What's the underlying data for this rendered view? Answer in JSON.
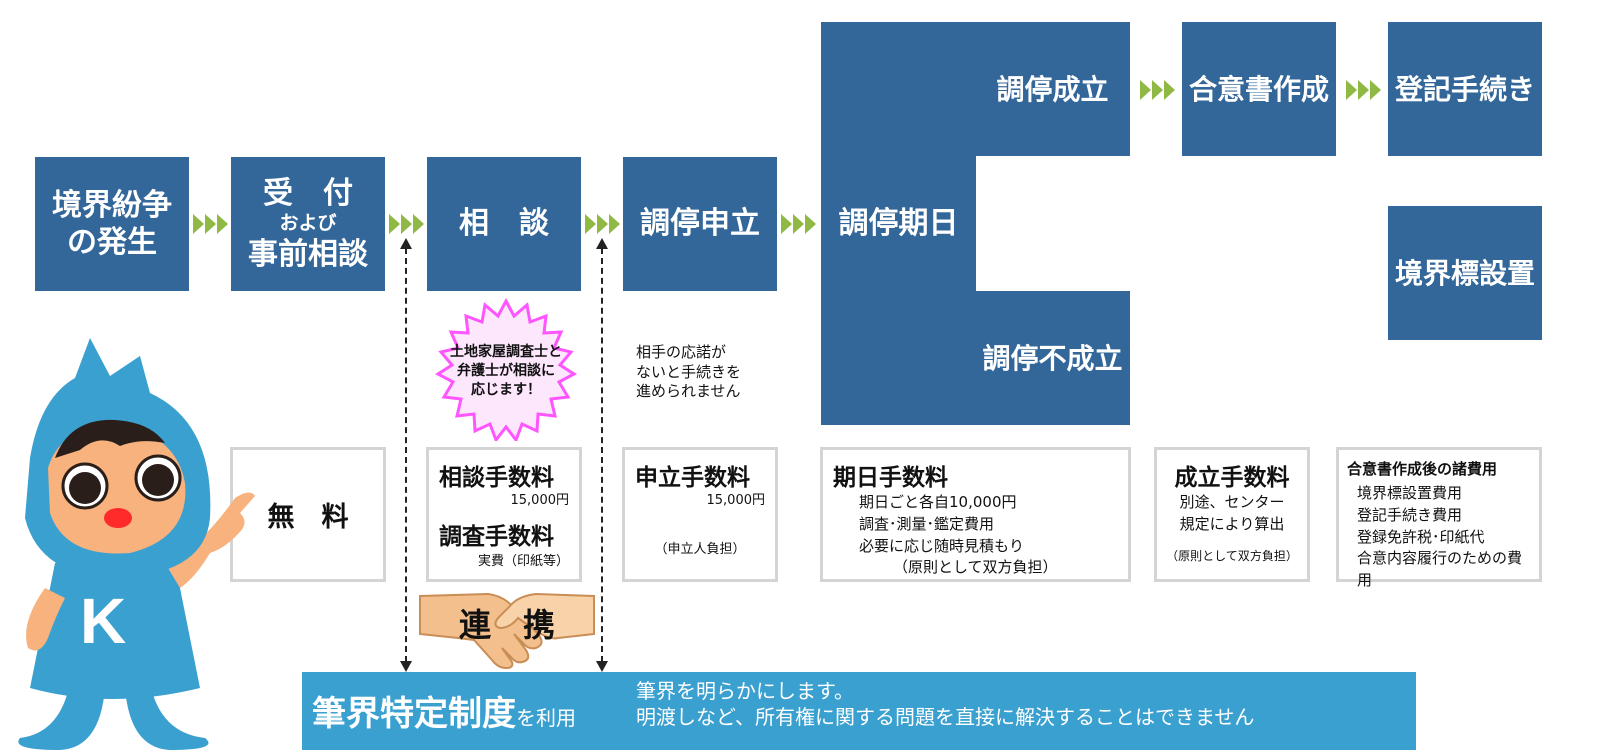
{
  "steps": {
    "kyokai_funso": [
      "境界紛争",
      "の発生"
    ],
    "uketsuke_top": "受　付",
    "uketsuke_mid": "および",
    "uketsuke_bottom": "事前相談",
    "sodan": "相　談",
    "chotei_moushitate": "調停申立",
    "chotei_kijitsu": "調停期日",
    "chotei_seiritsu": "調停成立",
    "chotei_fuseiritsu": "調停不成立",
    "goisho_sakusei": "合意書作成",
    "toki_tetsuzuki": "登記手続き",
    "kyokaihyo_setchi": "境界標設置"
  },
  "starburst": [
    "土地家屋調査士と",
    "弁護士が相談に",
    "応じます！"
  ],
  "note_moushitate": [
    "相手の応諾が",
    "ないと手続きを",
    "進められません"
  ],
  "fees": {
    "muryo": "無　料",
    "sodan_title": "相談手数料",
    "sodan_amount": "15,000円",
    "chosa_title": "調査手数料",
    "chosa_amount": "実費（印紙等）",
    "moushitate_title": "申立手数料",
    "moushitate_amount": "15,000円",
    "moushitate_note": "（申立人負担）",
    "kijitsu_title": "期日手数料",
    "kijitsu_lines": [
      "期日ごと各自10,000円",
      "調査･測量･鑑定費用",
      "必要に応じ随時見積もり"
    ],
    "kijitsu_note": "（原則として双方負担）",
    "seiritsu_title": "成立手数料",
    "seiritsu_lines": [
      "別途、センター",
      "規定により算出"
    ],
    "seiritsu_note": "（原則として双方負担）",
    "goi_title": "合意書作成後の諸費用",
    "goi_lines": [
      "境界標設置費用",
      "登記手続き費用",
      "登録免許税･印紙代",
      "合意内容履行のための費用"
    ]
  },
  "renkei": "連　携",
  "bottom_bar": {
    "title": "筆界特定制度",
    "suffix": "を利用",
    "line1": "筆界を明らかにします。",
    "line2": "明渡しなど、所有権に関する問題を直接に解決することはできません"
  },
  "mascot_letter": "K",
  "colors": {
    "box": "#336699",
    "arrow": "#8fb944",
    "bar": "#3aa0d0",
    "star": "#ff55ff"
  }
}
